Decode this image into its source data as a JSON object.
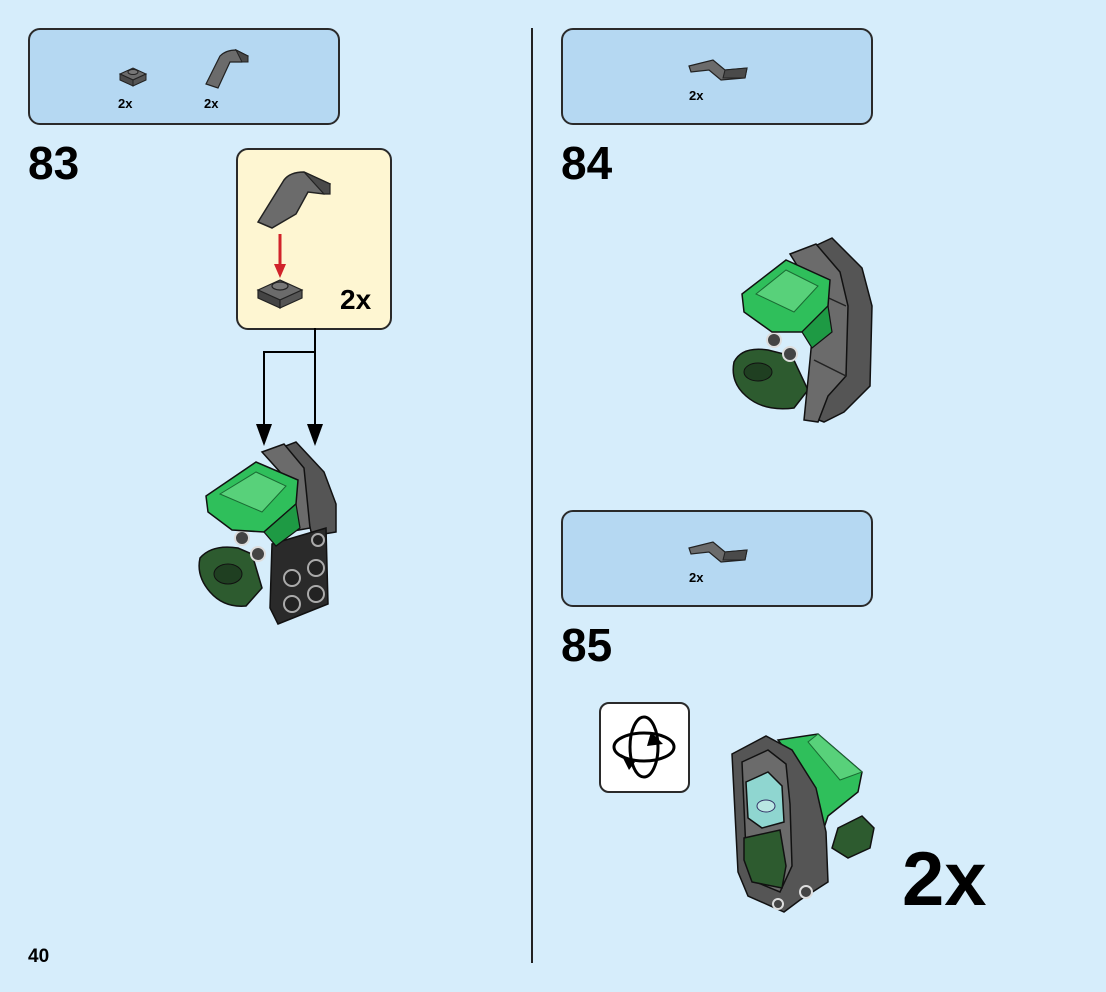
{
  "page": {
    "number": "40"
  },
  "steps": [
    {
      "number": "83",
      "parts": [
        {
          "icon": "round-plate-1x1-part-icon",
          "qty": "2x"
        },
        {
          "icon": "curved-slope-part-icon",
          "qty": "2x"
        }
      ],
      "callout": {
        "multiplier": "2x"
      }
    },
    {
      "number": "84",
      "parts": [
        {
          "icon": "curved-slope-part-icon",
          "qty": "2x"
        }
      ]
    },
    {
      "number": "85",
      "parts": [
        {
          "icon": "curved-slope-part-icon",
          "qty": "2x"
        }
      ],
      "rotate_icon": "rotate-model-icon",
      "multiplier": "2x"
    }
  ],
  "colors": {
    "background": "#d6edfb",
    "parts_box": "#b5d8f2",
    "callout": "#fef6d2",
    "brick_green": "#2fbf5b",
    "dark_green": "#2d5b2f",
    "dark_gray": "#5b5b5b",
    "arrow_red": "#d1232a"
  }
}
